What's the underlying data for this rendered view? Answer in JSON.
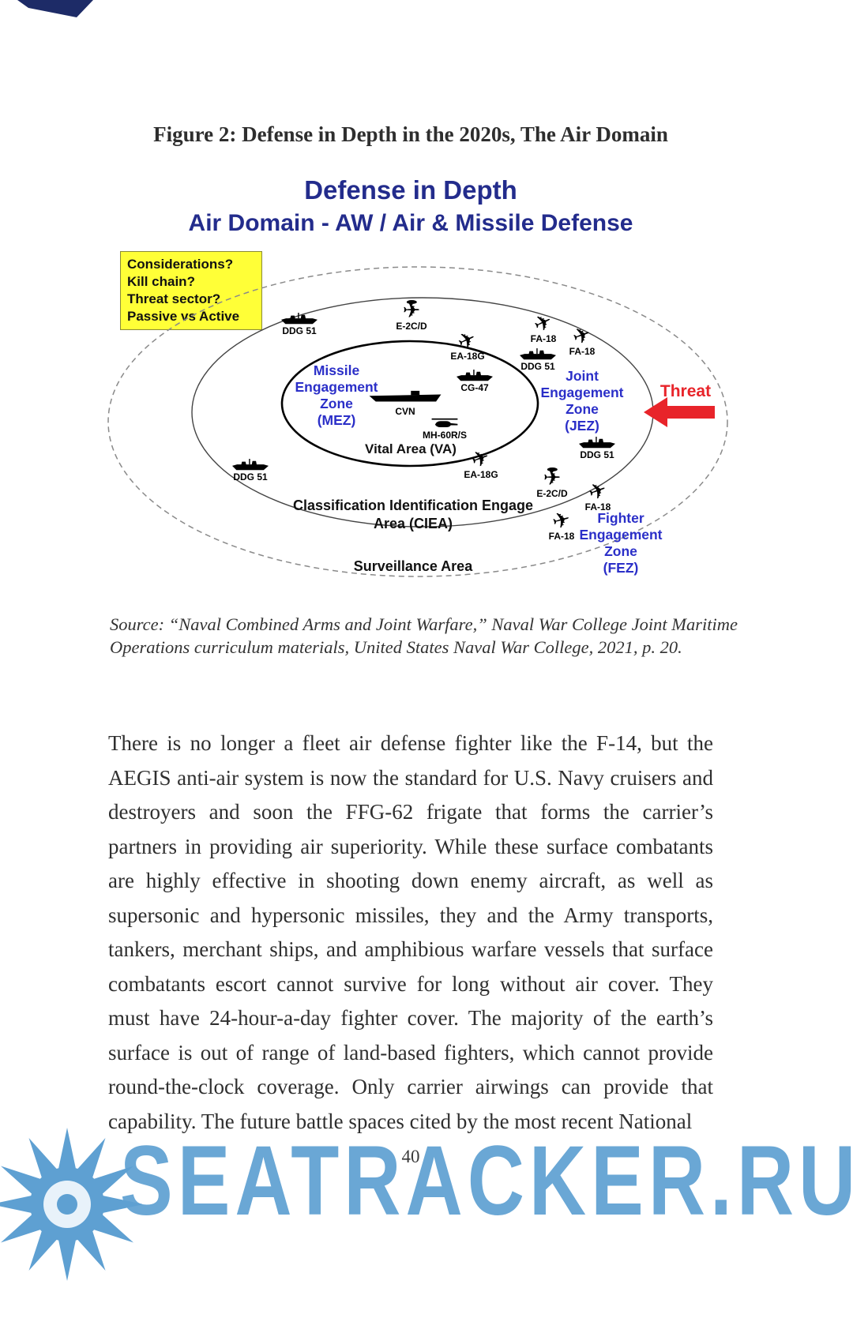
{
  "page": {
    "figure_caption": "Figure 2: Defense in Depth in the 2020s, The Air Domain",
    "page_number": "40"
  },
  "diagram": {
    "title_line1": "Defense in Depth",
    "title_line2": "Air Domain - AW / Air & Missile Defense",
    "considerations": [
      "Considerations?",
      "Kill chain?",
      "Threat sector?",
      "Passive vs Active"
    ],
    "zones": {
      "mez": [
        "Missile",
        "Engagement",
        "Zone",
        "(MEZ)"
      ],
      "jez": [
        "Joint",
        "Engagement",
        "Zone",
        "(JEZ)"
      ],
      "fez": [
        "Fighter",
        "Engagement",
        "Zone",
        "(FEZ)"
      ],
      "vital_area": "Vital Area (VA)",
      "ciea_line1": "Classification Identification Engage",
      "ciea_line2": "Area (CIEA)",
      "surveillance": "Surveillance Area"
    },
    "threat_label": "Threat",
    "assets": [
      {
        "label": "DDG 51",
        "type": "ship"
      },
      {
        "label": "E-2C/D",
        "type": "e2"
      },
      {
        "label": "EA-18G",
        "type": "jet"
      },
      {
        "label": "FA-18",
        "type": "jet"
      },
      {
        "label": "FA-18",
        "type": "jet"
      },
      {
        "label": "DDG 51",
        "type": "ship"
      },
      {
        "label": "CG-47",
        "type": "ship"
      },
      {
        "label": "CVN",
        "type": "carrier"
      },
      {
        "label": "MH-60R/S",
        "type": "helo"
      },
      {
        "label": "DDG 51",
        "type": "ship"
      },
      {
        "label": "DDG 51",
        "type": "ship"
      },
      {
        "label": "EA-18G",
        "type": "jet"
      },
      {
        "label": "E-2C/D",
        "type": "e2"
      },
      {
        "label": "FA-18",
        "type": "jet"
      },
      {
        "label": "FA-18",
        "type": "jet"
      }
    ]
  },
  "icons": {
    "jet_glyph": "✈"
  },
  "source": {
    "line1": "Source: “Naval Combined Arms and Joint Warfare,” Naval War College Joint Maritime",
    "line2": "Operations curriculum materials, United States Naval War College, 2021, p. 20."
  },
  "body": {
    "paragraph": "There is no longer a fleet air defense fighter like the F-14, but the AEGIS anti-air system is now the standard for U.S. Navy cruisers and destroyers and soon the FFG-62 frigate that forms the carrier’s partners in providing air superiority. While these surface combatants are highly effective in shooting down enemy aircraft, as well as supersonic and hypersonic missiles, they and the Army transports, tankers, merchant ships, and amphibious warfare vessels that surface combatants escort cannot survive for long without air cover. They must have 24-hour-a-day fighter cover. The majority of the earth’s surface is out of range of land-based fighters, which cannot provide round-the-clock coverage. Only carrier airwings can provide that capability. The future battle spaces cited by the most recent National"
  },
  "watermark": {
    "text": "SEATRACKER.RU"
  },
  "colors": {
    "title_navy": "#232C8C",
    "zone_blue": "#2B2FC8",
    "threat_red": "#E8242A",
    "considerations_yellow": "#FFFF37",
    "watermark_blue": "#5EA0D2"
  }
}
